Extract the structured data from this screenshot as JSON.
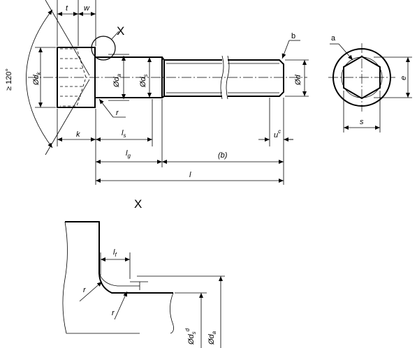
{
  "labels": {
    "t": "t",
    "w": "w",
    "detail_marker": "X",
    "angle": "≥ 120°",
    "dk": "Ød",
    "dk_sub": "k",
    "da": "Ød",
    "da_sub": "a",
    "ds": "Ød",
    "ds_sub": "s",
    "d": "Ød",
    "r": "r",
    "k": "k",
    "ls": "l",
    "ls_sub": "s",
    "lg": "l",
    "lg_sub": "g",
    "b": "(b)",
    "l": "l",
    "u": "u",
    "u_sup": "c",
    "note_b": "b",
    "note_a": "a",
    "e": "e",
    "s": "s",
    "detail_title": "X",
    "lf": "l",
    "lf_sub": "f",
    "r_detail_1": "r",
    "r_detail_2": "r",
    "ds_detail": "Ød",
    "ds_detail_sub": "s",
    "ds_detail_sup": "d",
    "da_detail": "Ød",
    "da_detail_sub": "a"
  }
}
